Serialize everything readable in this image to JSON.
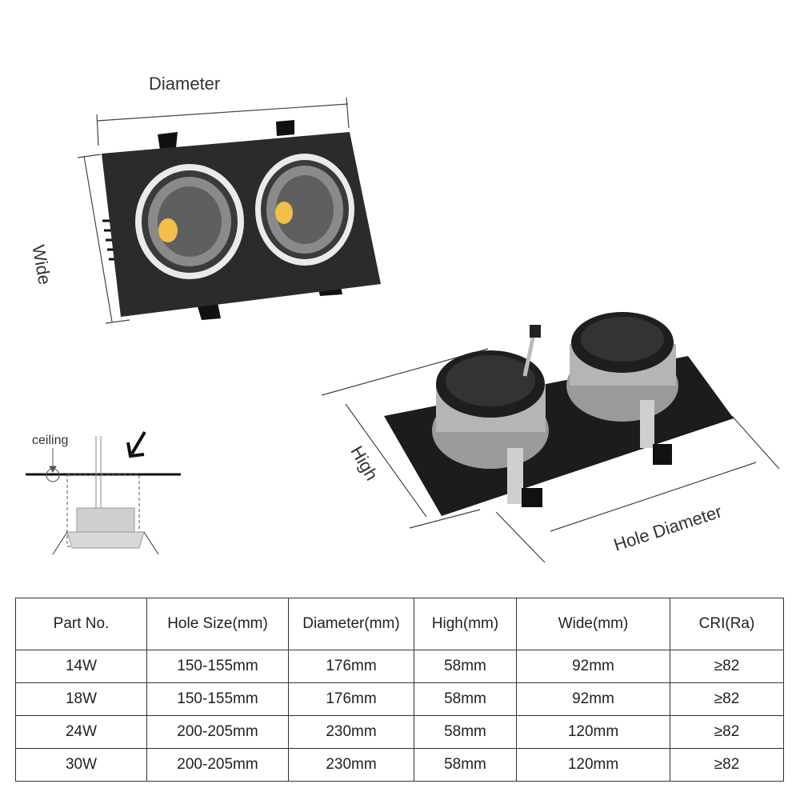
{
  "labels": {
    "diameter": "Diameter",
    "wide": "Wide",
    "high": "High",
    "hole_diameter": "Hole Diameter",
    "ceiling": "ceiling"
  },
  "table": {
    "headers": [
      "Part No.",
      "Hole Size(mm)",
      "Diameter(mm)",
      "High(mm)",
      "Wide(mm)",
      "CRI(Ra)"
    ],
    "rows": [
      [
        "14W",
        "150-155mm",
        "176mm",
        "58mm",
        "92mm",
        "≥82"
      ],
      [
        "18W",
        "150-155mm",
        "176mm",
        "58mm",
        "92mm",
        "≥82"
      ],
      [
        "24W",
        "200-205mm",
        "230mm",
        "58mm",
        "120mm",
        "≥82"
      ],
      [
        "30W",
        "200-205mm",
        "230mm",
        "58mm",
        "120mm",
        "≥82"
      ]
    ]
  },
  "colors": {
    "panel": "#2b2b2b",
    "ring": "#e8e8e8",
    "led": "#f2c04a",
    "heatsink": "#1e1e1e"
  }
}
